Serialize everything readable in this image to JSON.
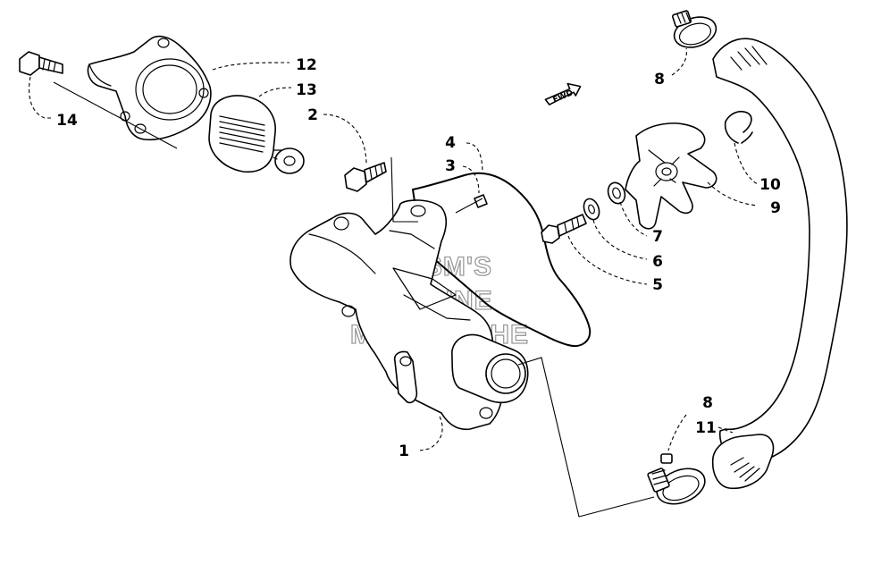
{
  "callouts": [
    {
      "id": "c1",
      "text": "1"
    },
    {
      "id": "c2",
      "text": "2"
    },
    {
      "id": "c3",
      "text": "3"
    },
    {
      "id": "c4",
      "text": "4"
    },
    {
      "id": "c5",
      "text": "5"
    },
    {
      "id": "c6",
      "text": "6"
    },
    {
      "id": "c7",
      "text": "7"
    },
    {
      "id": "c8a",
      "text": "8"
    },
    {
      "id": "c8b",
      "text": "8"
    },
    {
      "id": "c9",
      "text": "9"
    },
    {
      "id": "c10",
      "text": "10"
    },
    {
      "id": "c11",
      "text": "11"
    },
    {
      "id": "c12",
      "text": "12"
    },
    {
      "id": "c13",
      "text": "13"
    },
    {
      "id": "c14",
      "text": "14"
    }
  ],
  "watermark": {
    "line1": "HLSM'S",
    "line2": "ONLINE",
    "line3": "MICROFICHE"
  },
  "direction_arrow": {
    "text": "FWD"
  }
}
